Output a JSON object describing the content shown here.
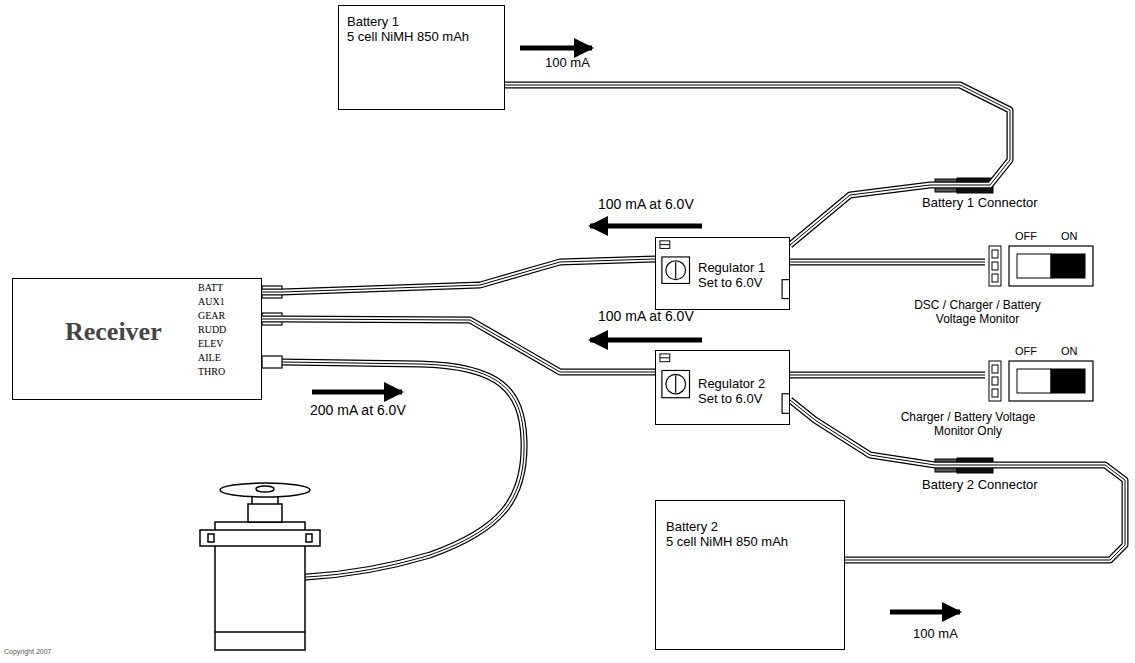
{
  "diagram": {
    "nodes": [
      {
        "text": [
          "Battery 1",
          "5 cell NiMH 850 mAh"
        ]
      },
      {
        "text": [
          "Regulator 1",
          "Set to 6.0V"
        ]
      },
      {
        "text": [
          "OFF",
          "ON"
        ]
      },
      {
        "text": [
          "Receiver"
        ]
      },
      {
        "text": [
          "Regulator 2",
          "Set to 6.0V"
        ]
      },
      {
        "text": [
          "OFF",
          "ON"
        ]
      },
      {
        "text": [
          "Battery 2",
          "5 cell NiMH 850 mAh"
        ]
      }
    ],
    "edges": [
      {
        "from": 0,
        "to": 1,
        "arrow": "none"
      },
      {
        "from": 1,
        "to": 3,
        "arrow": "none"
      },
      {
        "from": 1,
        "to": 2,
        "arrow": "none"
      },
      {
        "from": 4,
        "to": 3,
        "arrow": "none"
      },
      {
        "from": 4,
        "to": 5,
        "arrow": "none"
      },
      {
        "from": 6,
        "to": 4,
        "arrow": "none"
      }
    ],
    "labels": [
      "BATT",
      "AUX1",
      "GEAR",
      "RUDD",
      "ELEV",
      "AILE",
      "THRO",
      "100 mA",
      "Battery 1 Connector",
      "100 mA at 6.0V",
      "DSC / Charger / Battery Voltage Monitor",
      "100 mA at 6.0V",
      "Charger / Battery Voltage Monitor Only",
      "Battery 2 Connector",
      "200 mA at 6.0V",
      "100 mA",
      "Copyright 2007"
    ]
  }
}
